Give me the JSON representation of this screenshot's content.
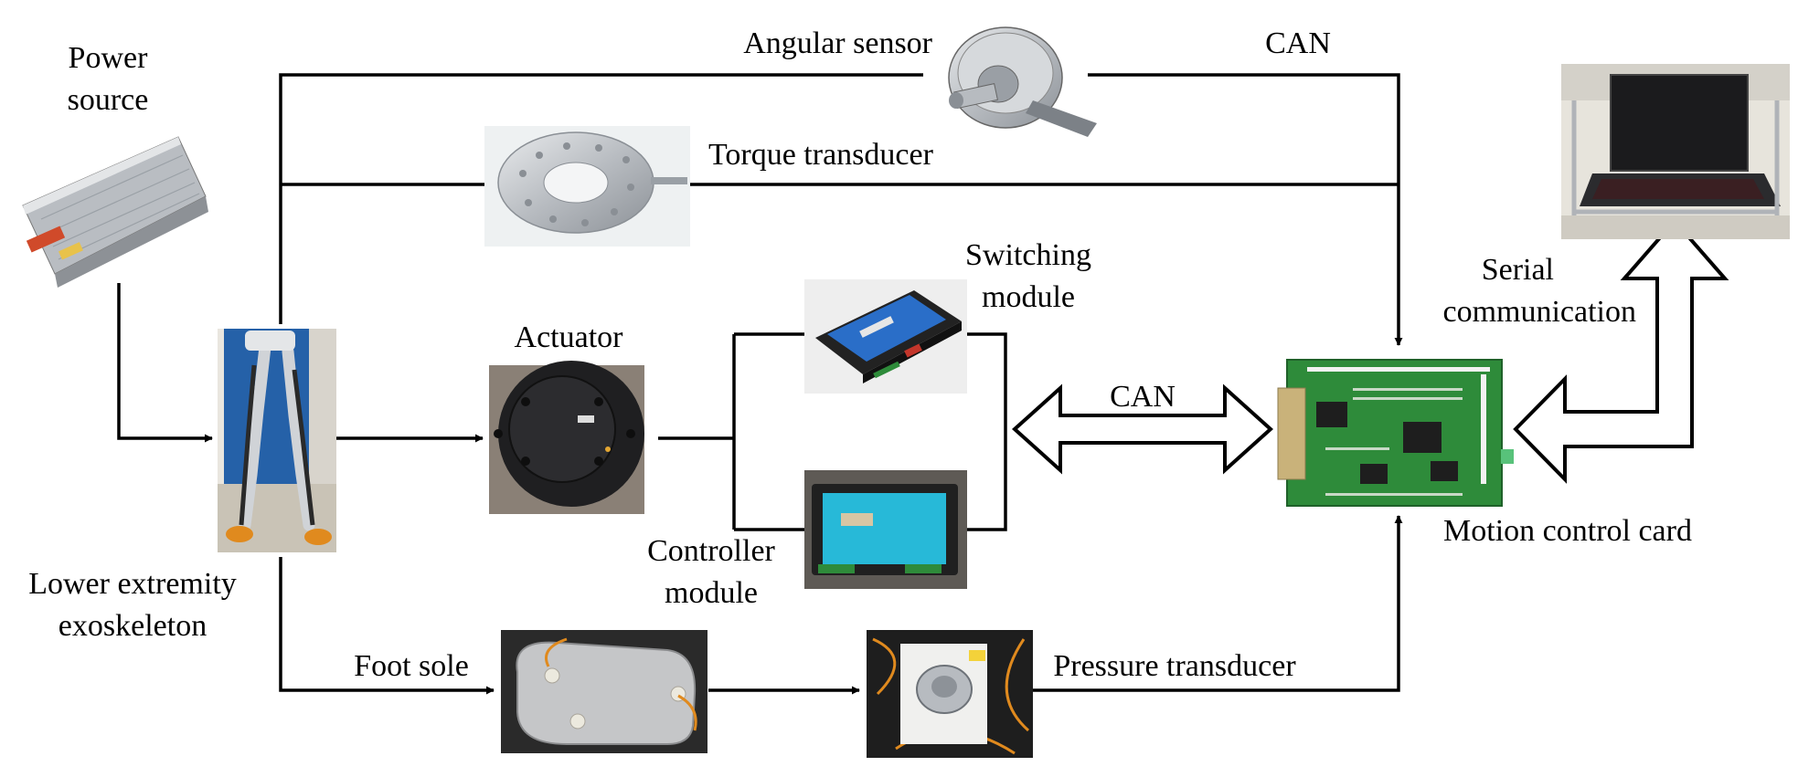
{
  "labels": {
    "power_source": [
      "Power",
      "source"
    ],
    "angular_sensor": "Angular sensor",
    "can_top": "CAN",
    "torque_transducer": "Torque transducer",
    "switching_module": [
      "Switching",
      "module"
    ],
    "actuator": "Actuator",
    "serial_communication": [
      "Serial",
      "communication"
    ],
    "can_middle": "CAN",
    "controller_module": [
      "Controller",
      "module"
    ],
    "motion_control_card": "Motion control card",
    "lower_extremity_exoskeleton": [
      "Lower extremity",
      "exoskeleton"
    ],
    "foot_sole": "Foot sole",
    "pressure_transducer": "Pressure transducer"
  },
  "colors": {
    "line": "#000000",
    "pcb_green": "#2e8b3a",
    "screen_cyan": "#27b9d8",
    "module_blue": "#1f5fbf",
    "aluminum": "#c9ccd0"
  }
}
